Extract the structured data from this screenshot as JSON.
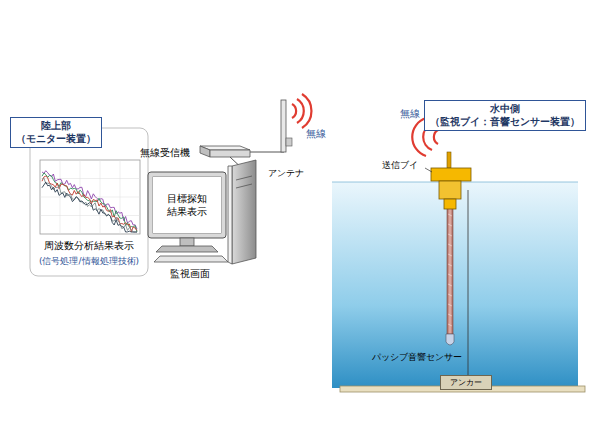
{
  "diagram": {
    "nodes": [
      {
        "text": [
          "陸上部 （モニター装置）"
        ]
      },
      {
        "text": [
          "目標探知 結果表示"
        ]
      },
      {
        "text": [
          "水中側 （監視ブイ：音響センサー装置）"
        ]
      },
      {
        "text": [
          "アンカー"
        ]
      }
    ],
    "labels": [
      "無線受信機",
      "周波数分析結果表示",
      "(信号処理/情報処理技術)",
      "監視画面",
      "アンテナ",
      "無線",
      "無線",
      "送信ブイ",
      "パッシブ音響センサー"
    ]
  }
}
